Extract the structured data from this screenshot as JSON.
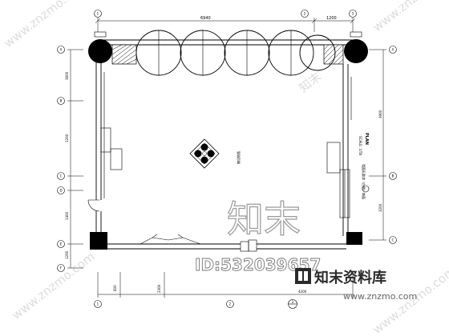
{
  "watermark": {
    "brand_cn": "知末",
    "id_text": "ID:532039657",
    "site_cn": "知末资料库",
    "url": "www.znzmo.com"
  },
  "plan": {
    "title": "PLAN",
    "scale": "SCALE: 1/50",
    "center_label": "铺设地毯",
    "side_note": "墙面乳胶漆（白色）饰面"
  },
  "dimensions": {
    "top_total": "6940",
    "top_right": "1200",
    "left": [
      "3600",
      "1200",
      "1400",
      "1200"
    ],
    "right": [
      "3900",
      "3200"
    ],
    "bottom": [
      "600",
      "2300",
      "4200"
    ]
  },
  "grid_labels": {
    "top": [
      "1",
      "2",
      "3"
    ],
    "left": [
      "A",
      "B",
      "C",
      "D",
      "E",
      "F"
    ],
    "right": [
      "A",
      "B",
      "C"
    ],
    "bottom": [
      "1",
      "2",
      "3"
    ]
  }
}
